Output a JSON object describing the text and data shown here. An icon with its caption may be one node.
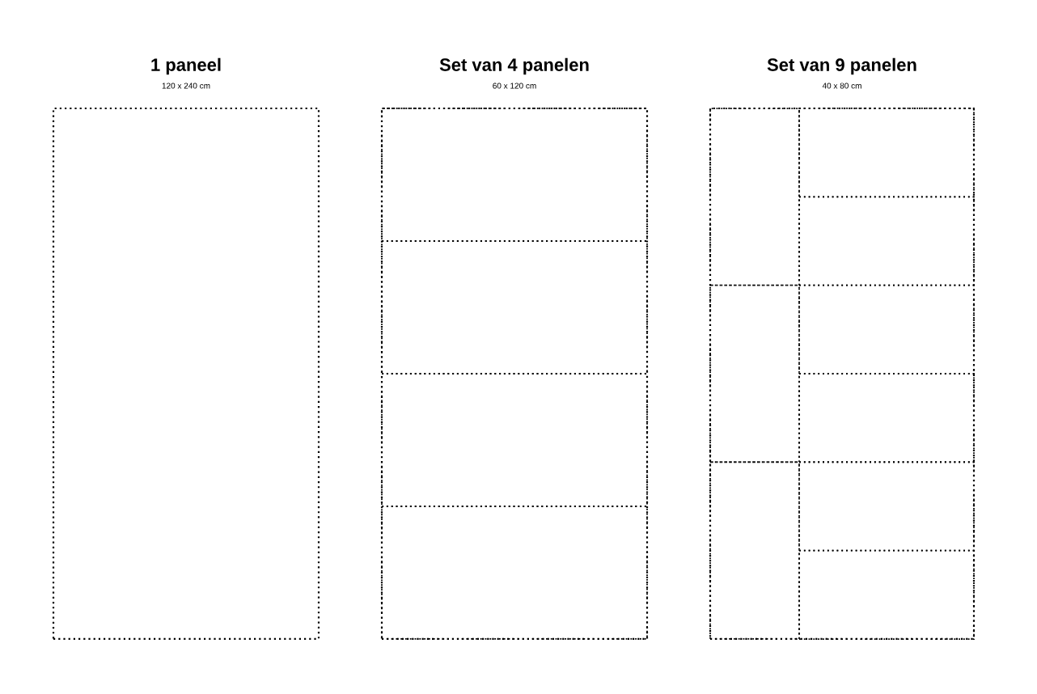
{
  "diagram": {
    "nodes": [
      {
        "text": [
          "1 paneel",
          "120 x 240 cm"
        ]
      },
      {
        "text": [
          "Set van 4 panelen",
          "60 x 120 cm"
        ]
      },
      {
        "text": [],
        "shape": "box",
        "in": 1
      },
      {
        "text": [],
        "shape": "box",
        "in": 1
      },
      {
        "text": [],
        "shape": "box",
        "in": 1
      },
      {
        "text": [],
        "shape": "box",
        "in": 1
      },
      {
        "text": [
          "Set van 9 panelen",
          "40 x 80 cm"
        ]
      },
      {
        "text": [],
        "shape": "box",
        "in": 6
      },
      {
        "text": [],
        "shape": "box",
        "in": 6
      },
      {
        "text": [],
        "shape": "box",
        "in": 6
      },
      {
        "text": [],
        "shape": "box",
        "in": 6
      },
      {
        "text": [],
        "shape": "box",
        "in": 6
      },
      {
        "text": [],
        "shape": "box",
        "in": 6
      },
      {
        "text": [],
        "shape": "box",
        "in": 6
      },
      {
        "text": [],
        "shape": "box",
        "in": 6
      },
      {
        "text": [],
        "shape": "box",
        "in": 6
      }
    ]
  }
}
